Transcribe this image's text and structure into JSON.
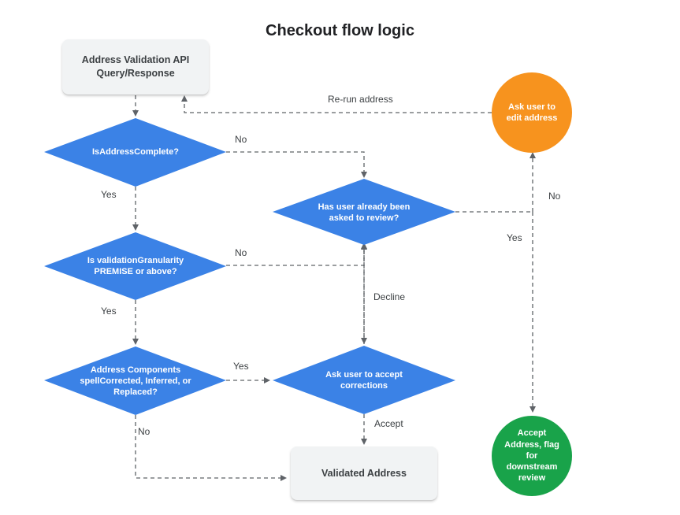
{
  "title": "Checkout flow logic",
  "colors": {
    "decision": "#3b82e6",
    "action_orange": "#f7931e",
    "action_green": "#19a34a",
    "process_box": "#f1f3f4",
    "connector": "#5f6368"
  },
  "nodes": {
    "api_box": "Address Validation API Query/Response",
    "is_complete": "IsAddressComplete?",
    "granularity": "Is validationGranularity PREMISE or above?",
    "components": "Address Components spellCorrected, Inferred, or Replaced?",
    "already_asked": "Has user already been asked to review?",
    "accept_corrections": "Ask user to accept corrections",
    "validated": "Validated Address",
    "edit_address": "Ask user to edit address",
    "accept_flag": "Accept Address, flag for downstream review"
  },
  "edges": {
    "rerun": "Re-run address",
    "complete_no": "No",
    "complete_yes": "Yes",
    "granularity_no": "No",
    "granularity_yes": "Yes",
    "components_yes": "Yes",
    "components_no": "No",
    "decline": "Decline",
    "accept": "Accept",
    "asked_no": "No",
    "asked_yes": "Yes"
  }
}
